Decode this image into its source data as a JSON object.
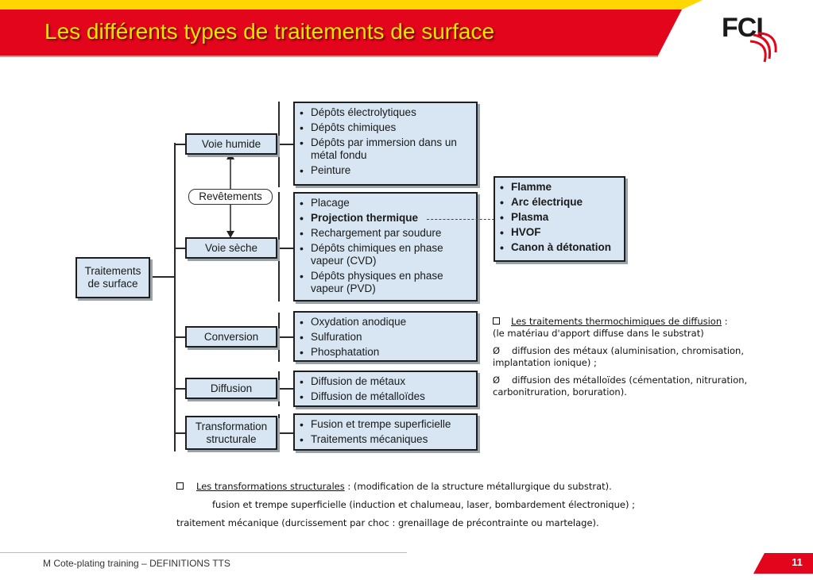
{
  "header": {
    "title": "Les différents types de traitements de surface",
    "logo_text": "FCI",
    "colors": {
      "red": "#e3051b",
      "yellow": "#ffd600",
      "title_text": "#ffe400"
    }
  },
  "diagram": {
    "root": "Traitements de surface",
    "revetements_label": "Revêtements",
    "categories": [
      {
        "label": "Voie humide",
        "items": [
          "Dépôts électrolytiques",
          "Dépôts chimiques",
          "Dépôts par immersion dans un métal fondu",
          "Peinture"
        ]
      },
      {
        "label": "Voie sèche",
        "items": [
          "Placage",
          "Projection thermique",
          "Rechargement par soudure",
          "Dépôts chimiques en phase vapeur (CVD)",
          "Dépôts physiques en phase vapeur (PVD)"
        ]
      },
      {
        "label": "Conversion",
        "items": [
          "Oxydation anodique",
          "Sulfuration",
          "Phosphatation"
        ]
      },
      {
        "label": "Diffusion",
        "items": [
          "Diffusion de métaux",
          "Diffusion de métalloïdes"
        ]
      },
      {
        "label": "Transformation structurale",
        "items": [
          "Fusion et trempe superficielle",
          "Traitements mécaniques"
        ]
      }
    ],
    "projection_thermique_items": [
      "Flamme",
      "Arc électrique",
      "Plasma",
      "HVOF",
      "Canon à détonation"
    ]
  },
  "notes": {
    "thermo": {
      "title": "Les traitements thermochimiques de diffusion",
      "colon": " :",
      "subtitle": "(le matériau d'apport diffuse dans le substrat)",
      "symbol": "Ø",
      "line1": "diffusion des métaux (aluminisation, chromisation, implantation ionique) ;",
      "line2": "diffusion des métalloïdes (cémentation, nitruration, carbonitruration, boruration)."
    },
    "structural": {
      "title": "Les transformations structurales",
      "after_title": " : (modification de la structure métallurgique du substrat).",
      "line1": "fusion et trempe superficielle (induction et chalumeau, laser, bombardement électronique) ;",
      "line2": "traitement mécanique (durcissement par choc : grenaillage de précontrainte ou martelage)."
    }
  },
  "footer": {
    "text": "M Cote-plating training – DEFINITIONS TTS",
    "page_number": "11"
  }
}
